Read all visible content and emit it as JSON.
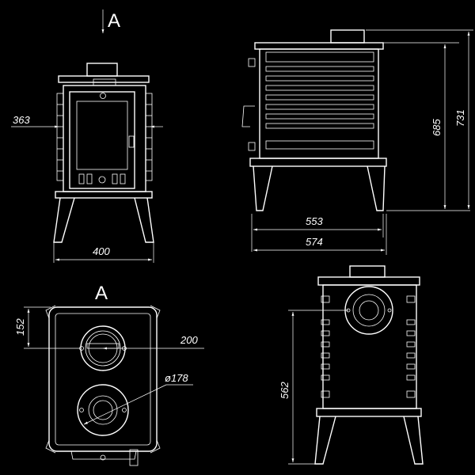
{
  "section_label": "A",
  "view_label": "A",
  "dimensions": {
    "front_width": "363",
    "base_width": "400",
    "depth_top": "553",
    "depth_total": "574",
    "height_body": "685",
    "height_total": "731",
    "flue_offset": "152",
    "flue_spacing": "200",
    "hob_diameter": "ø178",
    "rear_flue_height": "562"
  },
  "colors": {
    "background": "#000000",
    "line": "#ffffff"
  }
}
